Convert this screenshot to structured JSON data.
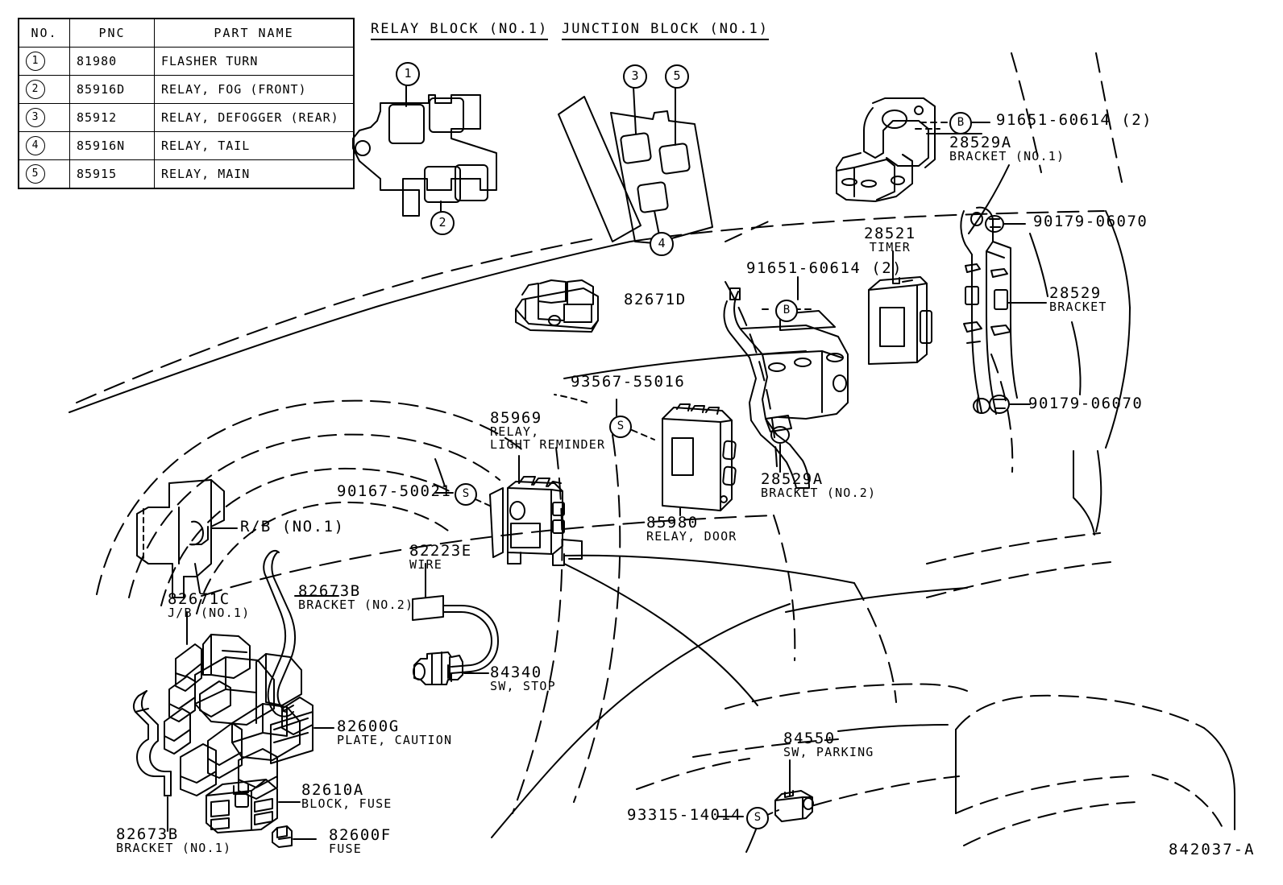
{
  "diagram": {
    "id_code": "842037-A",
    "legend": {
      "headers": [
        "NO.",
        "PNC",
        "PART NAME"
      ],
      "rows": [
        {
          "no": "1",
          "pnc": "81980",
          "name": "FLASHER TURN"
        },
        {
          "no": "2",
          "pnc": "85916D",
          "name": "RELAY, FOG (FRONT)"
        },
        {
          "no": "3",
          "pnc": "85912",
          "name": "RELAY, DEFOGGER (REAR)"
        },
        {
          "no": "4",
          "pnc": "85916N",
          "name": "RELAY, TAIL"
        },
        {
          "no": "5",
          "pnc": "85915",
          "name": "RELAY, MAIN"
        }
      ]
    },
    "detail_titles": {
      "relay_block": "RELAY BLOCK (NO.1)",
      "junction_block": "JUNCTION BLOCK (NO.1)"
    },
    "callout_numbers": {
      "relay_block_1": "1",
      "relay_block_2": "2",
      "junction_block_3": "3",
      "junction_block_5": "5",
      "junction_block_4": "4"
    },
    "fastener_marks": {
      "bolt_b_top": "B",
      "bolt_b_mid": "B",
      "screw_s_93567": "S",
      "screw_s_90167": "S",
      "screw_s_93315": "S"
    },
    "labels": [
      {
        "key": "p91651_top",
        "num": "91651-60614 (2)",
        "sub": ""
      },
      {
        "key": "p28529a_no1",
        "num": "28529A",
        "sub": "BRACKET (NO.1)"
      },
      {
        "key": "p90179_top",
        "num": "90179-06070",
        "sub": ""
      },
      {
        "key": "p28521",
        "num": "28521",
        "sub": "TIMER"
      },
      {
        "key": "p28529",
        "num": "28529",
        "sub": "BRACKET"
      },
      {
        "key": "p90179_bot",
        "num": "90179-06070",
        "sub": ""
      },
      {
        "key": "p91651_mid",
        "num": "91651-60614 (2)",
        "sub": ""
      },
      {
        "key": "p82671d",
        "num": "82671D",
        "sub": ""
      },
      {
        "key": "p93567",
        "num": "93567-55016",
        "sub": ""
      },
      {
        "key": "p85969",
        "num": "85969",
        "sub": "RELAY,\nLIGHT REMINDER"
      },
      {
        "key": "p28529a_no2",
        "num": "28529A",
        "sub": "BRACKET (NO.2)"
      },
      {
        "key": "p85980",
        "num": "85980",
        "sub": "RELAY, DOOR"
      },
      {
        "key": "p90167",
        "num": "90167-50021",
        "sub": ""
      },
      {
        "key": "prb_no1",
        "num": "R/B (NO.1)",
        "sub": ""
      },
      {
        "key": "p82671c",
        "num": "82671C",
        "sub": "J/B (NO.1)"
      },
      {
        "key": "p82673b_no2",
        "num": "82673B",
        "sub": "BRACKET (NO.2)"
      },
      {
        "key": "p82223e",
        "num": "82223E",
        "sub": "WIRE"
      },
      {
        "key": "p84340",
        "num": "84340",
        "sub": "SW, STOP"
      },
      {
        "key": "p82600g",
        "num": "82600G",
        "sub": "PLATE, CAUTION"
      },
      {
        "key": "p82610a",
        "num": "82610A",
        "sub": "BLOCK, FUSE"
      },
      {
        "key": "p82600f",
        "num": "82600F",
        "sub": "FUSE"
      },
      {
        "key": "p82673b_no1",
        "num": "82673B",
        "sub": "BRACKET (NO.1)"
      },
      {
        "key": "p84550",
        "num": "84550",
        "sub": "SW, PARKING"
      },
      {
        "key": "p93315",
        "num": "93315-14014",
        "sub": ""
      }
    ]
  }
}
